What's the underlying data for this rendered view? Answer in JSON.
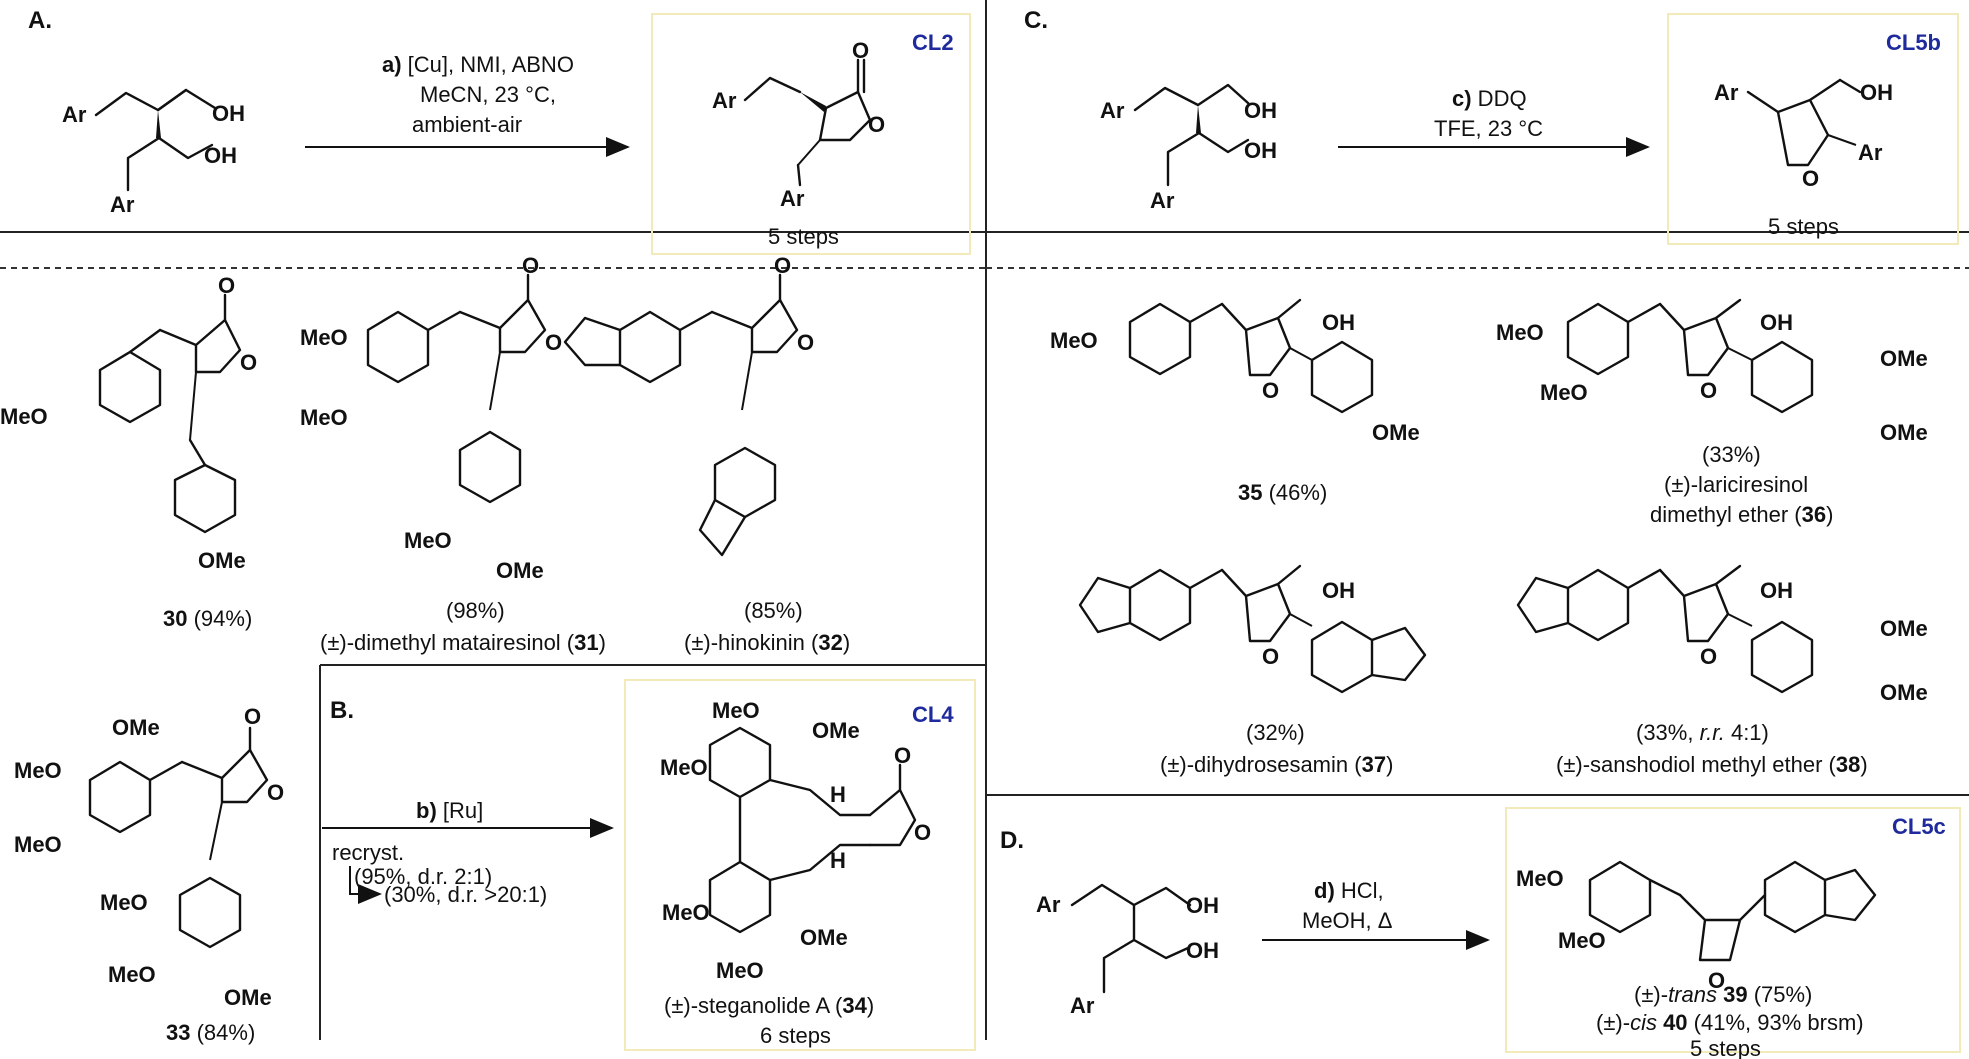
{
  "sections": {
    "A": "A.",
    "B": "B.",
    "C": "C.",
    "D": "D."
  },
  "codes": {
    "a": "CL2",
    "b": "CL4",
    "c": "CL5b",
    "d": "CL5c"
  },
  "atoms": {
    "Ar": "Ar",
    "OH": "OH",
    "O": "O",
    "OMe": "OMe",
    "MeO": "MeO",
    "H": "H"
  },
  "reaction_a": {
    "line1_bold": "a)",
    "line1_rest": " [Cu], NMI, ABNO",
    "line2": "MeCN, 23 °C,",
    "line3": "ambient-air",
    "steps": "5 steps"
  },
  "reaction_b": {
    "line1_bold": "b)",
    "line1_rest": " [Ru]",
    "recryst": "recryst.",
    "yield1": "(95%, d.r. 2:1)",
    "yield2": "(30%, d.r. >20:1)",
    "product_name": "(±)-steganolide A (",
    "product_num": "34",
    "steps": "6 steps"
  },
  "reaction_c": {
    "line1_bold": "c)",
    "line1_rest": " DDQ",
    "line2": "TFE, 23 °C",
    "steps": "5 steps"
  },
  "reaction_d": {
    "line1_bold": "d)",
    "line1_rest": " HCl,",
    "line2": "MeOH, Δ",
    "prod1_pre": "(±)-",
    "prod1_it": "trans",
    "prod1_num": " 39",
    "prod1_post": " (75%)",
    "prod2_pre": "(±)-",
    "prod2_it": "cis",
    "prod2_num": " 40",
    "prod2_post": " (41%, 93% brsm)",
    "steps": "5 steps"
  },
  "compounds": {
    "c30": {
      "num": "30",
      "yield": " (94%)"
    },
    "c31": {
      "yield": "(98%)",
      "name": "(±)-dimethyl matairesinol (",
      "num": "31"
    },
    "c32": {
      "yield": "(85%)",
      "name": "(±)-hinokinin (",
      "num": "32"
    },
    "c33": {
      "num": "33",
      "yield": " (84%)"
    },
    "c35": {
      "num": "35",
      "yield": " (46%)"
    },
    "c36": {
      "yield": "(33%)",
      "name1": "(±)-lariciresinol",
      "name2": "dimethyl ether (",
      "num": "36"
    },
    "c37": {
      "yield": "(32%)",
      "name": "(±)-dihydrosesamin (",
      "num": "37"
    },
    "c38": {
      "yield_pre": "(33%, ",
      "yield_it": "r.r.",
      "yield_post": " 4:1)",
      "name": "(±)-sanshodiol methyl ether (",
      "num": "38"
    }
  }
}
